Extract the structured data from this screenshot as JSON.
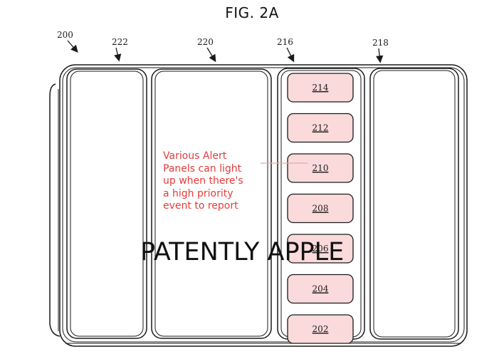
{
  "figure": {
    "title": "FIG. 2A",
    "reference_numerals": {
      "device": "200",
      "left_panel": "222",
      "center_panel": "220",
      "alert_column": "216",
      "right_panel": "218"
    },
    "alert_panels": [
      "214",
      "212",
      "210",
      "208",
      "206",
      "204",
      "202"
    ],
    "annotation_lines": [
      "Various Alert",
      "Panels can light",
      "up when there's",
      "a high priority",
      "event to report"
    ],
    "watermark": "PATENTLY APPLE",
    "colors": {
      "line": "#1a1a1a",
      "alert_fill": "#fbdadb",
      "annotation_text": "#e53b3b",
      "leader_line": "#e9a7a7"
    }
  }
}
